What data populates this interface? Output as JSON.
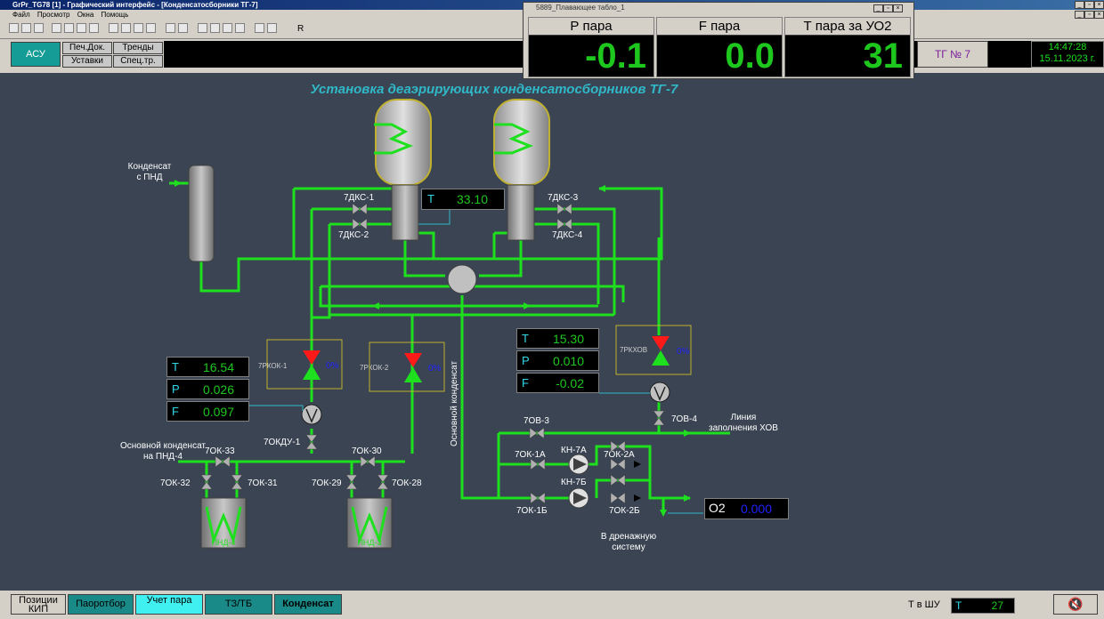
{
  "window": {
    "title": "GrPr_TG78 [1] - Графический интерфейс - [Конденсатосборники ТГ-7]",
    "menu": [
      "Файл",
      "Просмотр",
      "Окна",
      "Помощь"
    ],
    "toolbar_r": "R"
  },
  "header": {
    "asu_label": "АСУ",
    "buttons": [
      "Печ.Док.",
      "Тренды",
      "Уставки",
      "Спец.тр."
    ],
    "tg_label": "ТГ № 7",
    "time": "14:47:28",
    "date": "15.11.2023 г."
  },
  "floating_board": {
    "title": "5889_Плавающее табло_1",
    "panels": [
      {
        "label": "Р пара",
        "value": "-0.1"
      },
      {
        "label": "F пара",
        "value": "0.0"
      },
      {
        "label": "Т пара за УО2",
        "value": "31"
      }
    ]
  },
  "diagram": {
    "title": "Установка деаэрирующих конденсатосборников ТГ-7",
    "labels": {
      "condensate_in": "Конденсат",
      "condensate_in2": "с ПНД",
      "dks1": "7ДКС-1",
      "dks2": "7ДКС-2",
      "dks3": "7ДКС-3",
      "dks4": "7ДКС-4",
      "rkok1": "7РКОК-1",
      "rkok2": "7РКОК-2",
      "rkhov": "7РКХОВ",
      "okdu1": "7ОКДУ-1",
      "main_cond_pnd4": "Основной конденсат",
      "main_cond_pnd4_2": "на ПНД-4",
      "ok33": "7ОК-33",
      "ok32": "7ОК-32",
      "ok31": "7ОК-31",
      "ok30": "7ОК-30",
      "ok29": "7ОК-29",
      "ok28": "7ОК-28",
      "pnd4": "ПНД-4",
      "pnd3": "ПНД-3",
      "main_cond_vertical": "Основной конденсат",
      "ov3": "7ОВ-3",
      "ov4": "7ОВ-4",
      "ok1a": "7ОК-1А",
      "ok1b": "7ОК-1Б",
      "kn7a": "КН-7А",
      "kn7b": "КН-7Б",
      "ok2a": "7ОК-2А",
      "ok2b": "7ОК-2Б",
      "hov_line": "Линия",
      "hov_line2": "заполнения ХОВ",
      "drain": "В дренажную",
      "drain2": "систему"
    },
    "percent": "0%",
    "t_top": {
      "label": "T",
      "value": "33.10"
    },
    "left_block": [
      {
        "label": "T",
        "value": "16.54"
      },
      {
        "label": "P",
        "value": "0.026"
      },
      {
        "label": "F",
        "value": "0.097"
      }
    ],
    "right_block": [
      {
        "label": "T",
        "value": "15.30"
      },
      {
        "label": "P",
        "value": "0.010"
      },
      {
        "label": "F",
        "value": "-0.02"
      }
    ],
    "o2": {
      "label": "O2",
      "value": "0.000"
    }
  },
  "bottom": {
    "buttons": [
      "Позиции КИП",
      "Паоротбор",
      "Учет пара",
      "ТЗ/ТБ",
      "Конденсат"
    ],
    "tshu_label": "Т в ШУ",
    "tshu_t": "T",
    "tshu_value": "27"
  },
  "colors": {
    "canvas": "#3a4452",
    "pipe": "#1ee01e",
    "value_green": "#1ec71e",
    "value_blue": "#2020ff",
    "title_cyan": "#30b8c8"
  }
}
